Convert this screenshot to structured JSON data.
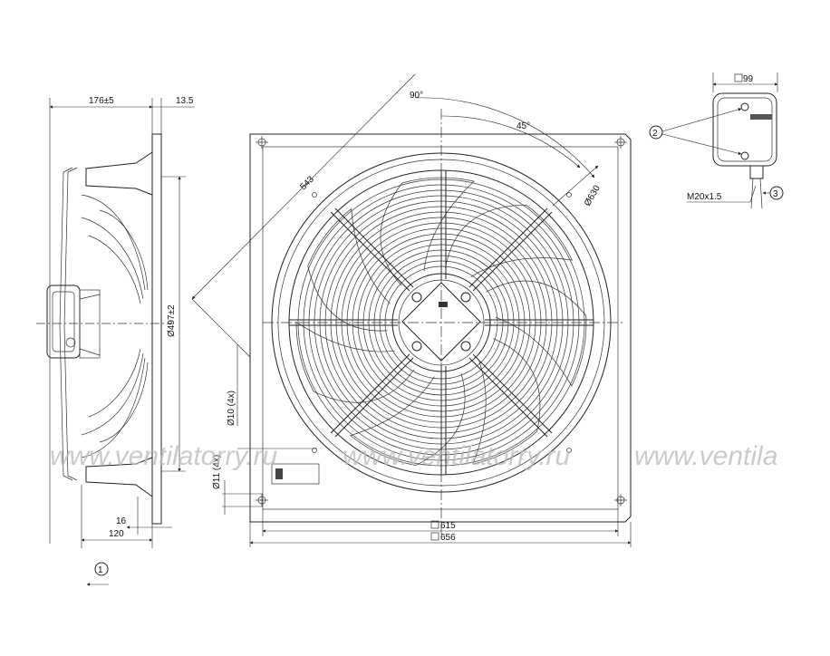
{
  "dimensions": {
    "depth_total": "176±5",
    "flange_thickness": "13.5",
    "diameter_nozzle": "Ø497±2",
    "depth_hub": "16",
    "depth_motor": "120",
    "inner_square": "615",
    "outer_square": "656",
    "diagonal": "543",
    "angle_90": "90°",
    "angle_45": "45°",
    "diameter_bolt_circle": "Ø630",
    "hole_d10": "Ø10 (4x)",
    "hole_d11": "Ø11 (4x)",
    "box_width": "99",
    "cable_gland": "M20x1.5"
  },
  "callouts": {
    "c1": "1",
    "c2": "2",
    "c3": "3"
  },
  "watermark": {
    "text1": "www.ventilatorry.ru",
    "text2": "www.ventilatorry.ru",
    "text3": "www.ventila"
  },
  "colors": {
    "line": "#222222",
    "watermark": "#b9b9b9"
  }
}
